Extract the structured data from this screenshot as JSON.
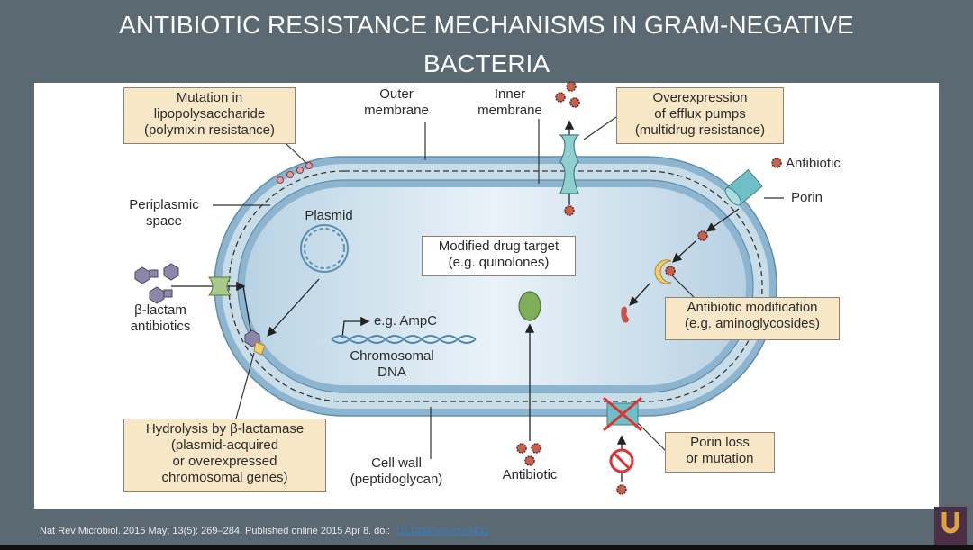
{
  "slide": {
    "title": "ANTIBIOTIC RESISTANCE MECHANISMS IN GRAM-NEGATIVE\nBACTERIA",
    "citation": "Nat Rev Microbiol. 2015 May; 13(5): 269–284. Published online 2015 Apr 8. doi:",
    "doi_link": "10.1038/nrmicro3432"
  },
  "diagram": {
    "callouts": {
      "lps_mutation": "Mutation in\nlipopolysaccharide\n(polymixin resistance)",
      "efflux": "Overexpression\nof efflux pumps\n(multidrug resistance)",
      "drug_target": "Modified drug target\n(e.g. quinolones)",
      "modification": "Antibiotic modification\n(e.g. aminoglycosides)",
      "hydrolysis": "Hydrolysis by β-lactamase\n(plasmid-acquired\nor overexpressed\nchromosomal genes)",
      "porin_loss": "Porin loss\nor mutation"
    },
    "labels": {
      "outer_membrane": "Outer\nmembrane",
      "inner_membrane": "Inner\nmembrane",
      "periplasmic_space": "Periplasmic\nspace",
      "plasmid": "Plasmid",
      "beta_lactam": "β-lactam\nantibiotics",
      "ampc": "e.g. AmpC",
      "chromosomal_dna": "Chromosomal\nDNA",
      "cell_wall": "Cell wall\n(peptidoglycan)",
      "antibiotic_bottom": "Antibiotic",
      "antibiotic_right": "Antibiotic",
      "porin": "Porin"
    },
    "colors": {
      "membrane": "#8db5cf",
      "periplasm": "#c9dde9",
      "callout_fill": "#f8e7c6",
      "antibiotic": "#c8604e",
      "background": "#5b6972"
    }
  }
}
